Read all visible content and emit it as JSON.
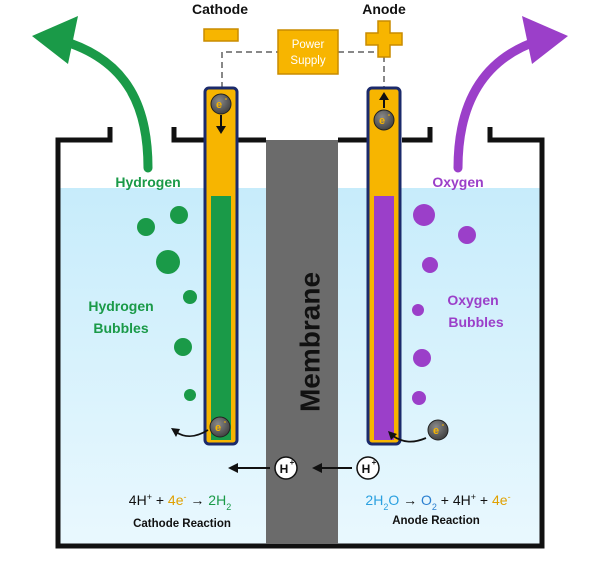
{
  "labels": {
    "cathode": "Cathode",
    "anode": "Anode",
    "power_supply_line1": "Power",
    "power_supply_line2": "Supply",
    "hydrogen": "Hydrogen",
    "oxygen": "Oxygen",
    "hydrogen_bubbles_line1": "Hydrogen",
    "hydrogen_bubbles_line2": "Bubbles",
    "oxygen_bubbles_line1": "Oxygen",
    "oxygen_bubbles_line2": "Bubbles",
    "membrane": "Membrane",
    "electron": "e",
    "electron_charge": "-",
    "proton": "H",
    "proton_charge": "+"
  },
  "cathode_reaction": {
    "lhs_a": "4H",
    "lhs_a_sup": "+",
    "plus1": " + ",
    "lhs_b": "4e",
    "lhs_b_sup": "-",
    "arrow": " → ",
    "rhs": "2H",
    "rhs_sub": "2",
    "name": "Cathode Reaction"
  },
  "anode_reaction": {
    "lhs_a": "2H",
    "lhs_a_sub": "2",
    "lhs_a_tail": "O",
    "arrow": " → ",
    "rhs_a": "O",
    "rhs_a_sub": "2",
    "plus1": " + ",
    "rhs_b": "4H",
    "rhs_b_sup": "+",
    "plus2": " + ",
    "rhs_c": "4e",
    "rhs_c_sup": "-",
    "name": "Anode Reaction"
  },
  "colors": {
    "hydrogen_green": "#1a9a48",
    "oxygen_purple": "#9b3fc9",
    "electrode_gold": "#f7b500",
    "water": "#cdeefb",
    "membrane_gray": "#6b6b6b",
    "electron_gray": "#5a5a5a",
    "water_formula_blue": "#2aa0e0",
    "oxygen_formula_blue": "#2a7fd0",
    "electron_gold_text": "#e0a000"
  }
}
